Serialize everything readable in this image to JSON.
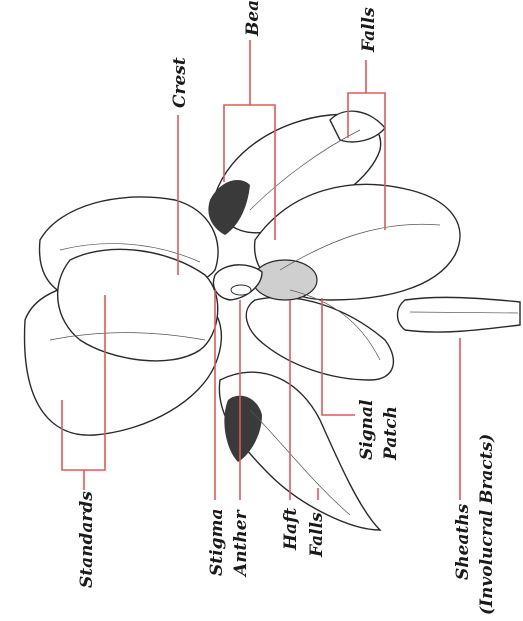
{
  "labels": {
    "beard": "Beard",
    "falls_top": "Falls",
    "crest": "Crest",
    "standards": "Standards",
    "stigma": "Stigma",
    "anther": "Anther",
    "haft": "Haft",
    "falls_bottom": "Falls",
    "signal": "Signal",
    "patch": "Patch",
    "sheaths": "Sheaths",
    "bracts": "(Involucral Bracts)"
  },
  "colors": {
    "leader": "#e05a5a",
    "ink": "#1a1a1a"
  }
}
